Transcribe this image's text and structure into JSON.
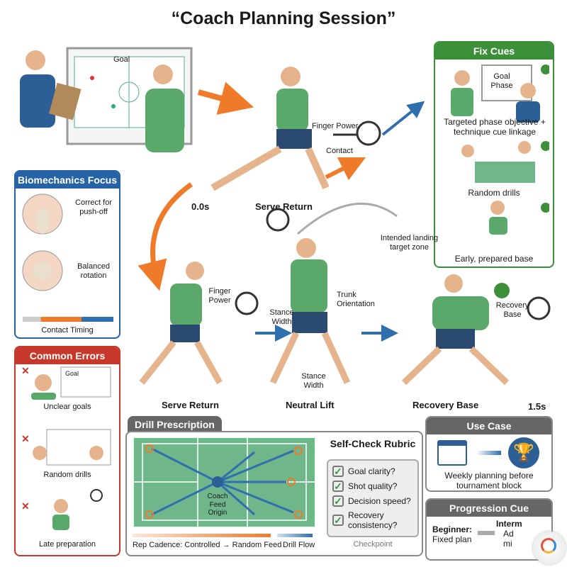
{
  "title": "“Coach Planning Session”",
  "whiteboard": {
    "goal_label": "Goal"
  },
  "biomechanics": {
    "header": "Biomechanics Focus",
    "items": [
      "Correct for push-off",
      "Balanced rotation"
    ],
    "timing_label": "Contact Timing",
    "color": "#2563a6"
  },
  "common_errors": {
    "header": "Common Errors",
    "items": [
      "Unclear goals",
      "Random drills",
      "Late preparation"
    ],
    "board_label": "Goal",
    "color": "#c8382b"
  },
  "fix_cues": {
    "header": "Fix Cues",
    "board_label": "Goal Phase",
    "items": [
      "Targeted phase objective + technique cue linkage",
      "Random drills",
      "Early, prepared base"
    ],
    "color": "#3d8f3a"
  },
  "top_sequence": {
    "finger_power": "Finger Power",
    "contact": "Contact",
    "phase": "Serve Return",
    "time": "0.0s",
    "landing": "Intended landing target zone"
  },
  "bottom_sequence": {
    "phases": [
      "Serve Return",
      "Neutral Lift",
      "Recovery Base"
    ],
    "finger_power": "Finger Power",
    "stance_width_1": "Stance Width",
    "trunk": "Trunk Orientation",
    "stance_width_2": "Stance Width",
    "recovery_base": "Recovery Base",
    "time": "1.5s"
  },
  "drill": {
    "header": "Drill Prescription",
    "coach_label": "Coach Feed Origin",
    "cadence": "Rep Cadence: Controlled → Random Feed",
    "flow": "Drill Flow",
    "rubric_title": "Self-Check Rubric",
    "rubric": [
      "Goal clarity?",
      "Shot quality?",
      "Decision speed?",
      "Recovery consistency?"
    ],
    "checkpoint": "Checkpoint"
  },
  "use_case": {
    "header": "Use Case",
    "text": "Weekly planning before tournament block"
  },
  "progression": {
    "header": "Progression Cue",
    "beginner": "Beginner:",
    "beginner_plan": "Fixed plan",
    "next": "Interm",
    "next_2": "Ad",
    "next_3": "mi"
  },
  "colors": {
    "orange": "#ee7a2a",
    "blue": "#2f6fae",
    "green_shirt": "#5aa86a",
    "court": "#6fb78a"
  }
}
